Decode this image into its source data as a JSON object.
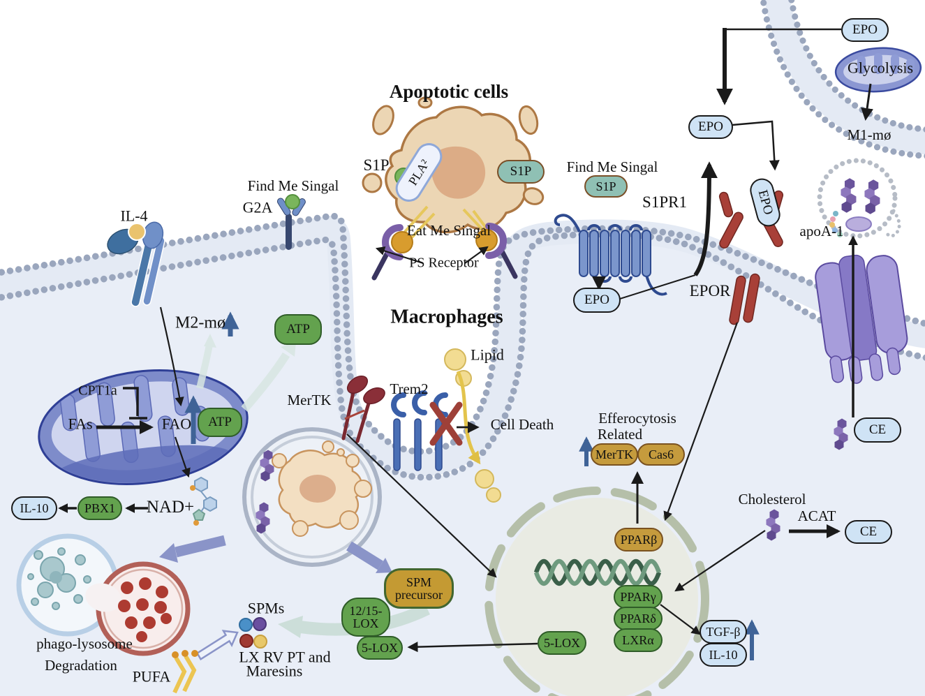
{
  "colors": {
    "cytoplasm": "#e9eef7",
    "membrane_band": "#e4eaf4",
    "membrane_bead": "#9aa6bd",
    "green_badge": "#63a24e",
    "green_badge_border": "#2f5c28",
    "gold_badge": "#c59b3d",
    "gold_badge_border": "#7a5220",
    "mustard_badge": "#c49a33",
    "mustard_badge_border": "#42662f",
    "blue_capsule": "#cfe3f5",
    "teal_badge": "#8fc0b4",
    "teal_badge_border": "#7a4f28",
    "arrow_blue": "#3f6397",
    "arrow_navy": "#8a94c8",
    "arrow_teal": "#ccded9",
    "nucleus_fill": "#e9ebe3",
    "nucleus_envelope": "#b5bfa9"
  },
  "cells": {
    "apoptotic": {
      "title": "Apoptotic cells",
      "s1p_free": "S1P",
      "pla2": "PLA²",
      "s1p_badge": "S1P",
      "eat_me": "Eat Me Singal",
      "ps_receptor": "PS Receptor"
    },
    "macrophage": {
      "title": "Macrophages",
      "m2": "M2-mø",
      "atp": "ATP"
    },
    "m1": {
      "glycolysis": "Glycolysis",
      "label": "M1-mø",
      "epo": "EPO"
    }
  },
  "receptors": {
    "il4": "IL-4",
    "find_me_left": "Find Me Singal",
    "g2a": "G2A",
    "find_me_right": "Find Me Singal",
    "s1p": "S1P",
    "s1pr1": "S1PR1",
    "mertk": "MerTK",
    "trem2": "Trem2",
    "epor": "EPOR",
    "apoa1": "apoA-1"
  },
  "epo": {
    "badge_mid": "EPO",
    "badge_bound": "EPO",
    "badge_secreted": "EPO"
  },
  "mito": {
    "cpt1a": "CPT1a",
    "fas": "FAs",
    "fao": "FAO",
    "atp": "ATP"
  },
  "signaling": {
    "il10": "IL-10",
    "pbx1": "PBX1",
    "nad": "NAD+",
    "lipid": "Lipid",
    "cell_death": "Cell Death"
  },
  "degradation": {
    "line1": "phago-lysosome",
    "line2": "Degradation",
    "pufa": "PUFA"
  },
  "spm": {
    "spms": "SPMs",
    "products_line1": "LX RV PT and",
    "products_line2": "Maresins",
    "precursor": "SPM\nprecursor",
    "lox1215": "12/15-\nLOX",
    "lox5": "5-LOX"
  },
  "nucleus": {
    "lox5": "5-LOX",
    "pparb": "PPARβ",
    "pparg": "PPARγ",
    "ppard": "PPARδ",
    "lxra": "LXRα"
  },
  "efferocytosis": {
    "line1": "Efferocytosis",
    "line2": "Related",
    "mertk": "MerTK",
    "cas6": "Cas6"
  },
  "lipids": {
    "cholesterol": "Cholesterol",
    "acat": "ACAT",
    "ce_right": "CE",
    "ce_top": "CE"
  },
  "cytokines": {
    "tgfb": "TGF-β",
    "il10": "IL-10"
  }
}
